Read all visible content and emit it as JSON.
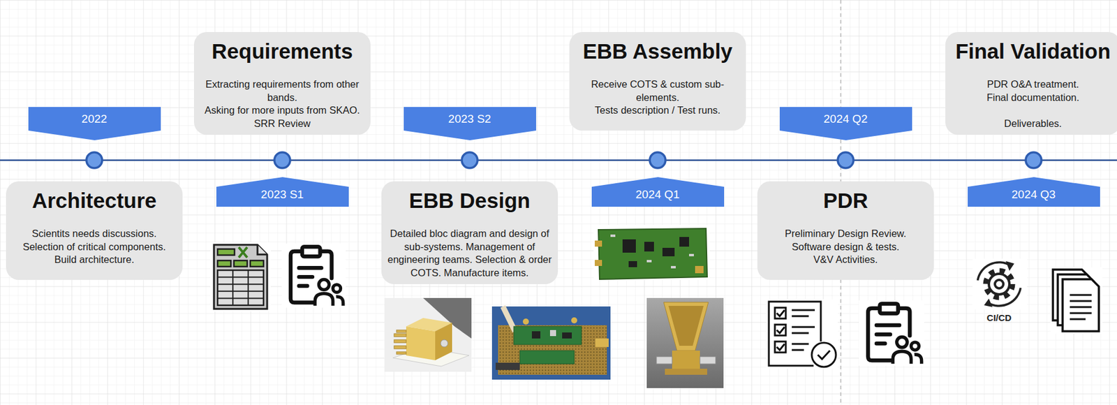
{
  "diagram": {
    "nodes": [
      {
        "text": [
          "2022"
        ]
      },
      {
        "text": [
          "Architecture",
          "Scientits needs discussions.",
          "Selection of critical components.",
          "Build architecture."
        ]
      },
      {
        "text": [
          "Requirements",
          "Extracting requirements from other bands.",
          "Asking for more inputs from SKAO.",
          "SRR Review"
        ]
      },
      {
        "text": [
          "2023 S1"
        ]
      },
      {
        "text": [
          "2023 S2"
        ]
      },
      {
        "text": [
          "EBB Design",
          "Detailed bloc diagram and design of sub-systems. Management of engineering teams. Selection & order COTS. Manufacture items."
        ]
      },
      {
        "text": [
          "EBB Assembly",
          "Receive COTS & custom sub-elements.",
          "Tests description / Test runs."
        ]
      },
      {
        "text": [
          "2024 Q1"
        ]
      },
      {
        "text": [
          "2024 Q2"
        ]
      },
      {
        "text": [
          "PDR",
          "Preliminary Design Review.",
          "Software design & tests.",
          "V&V Activities."
        ]
      },
      {
        "text": [
          "Final Validation",
          "PDR O&A treatment.",
          "Final documentation.",
          "Deliverables."
        ]
      },
      {
        "text": [
          "2024 Q3"
        ]
      }
    ],
    "labels": [
      "CI/CD"
    ]
  }
}
